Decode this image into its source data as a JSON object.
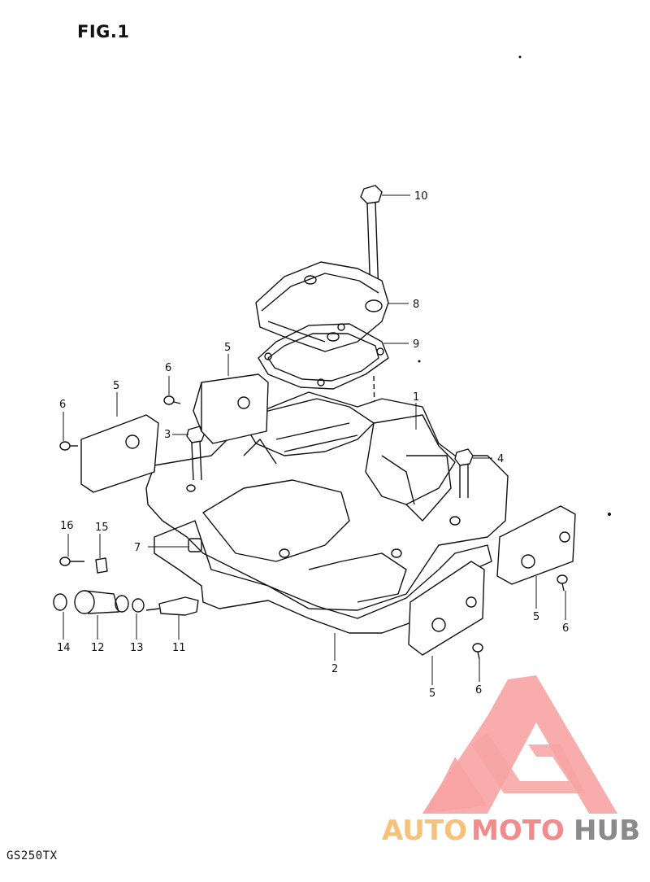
{
  "figure": {
    "title": "FIG.1",
    "model": "GS250TX"
  },
  "callouts": [
    {
      "id": "c10",
      "text": "10"
    },
    {
      "id": "c8",
      "text": "8"
    },
    {
      "id": "c9",
      "text": "9"
    },
    {
      "id": "c1",
      "text": "1"
    },
    {
      "id": "c4",
      "text": "4"
    },
    {
      "id": "c5a",
      "text": "5"
    },
    {
      "id": "c6a",
      "text": "6"
    },
    {
      "id": "c5b",
      "text": "5"
    },
    {
      "id": "c6b",
      "text": "6"
    },
    {
      "id": "c3",
      "text": "3"
    },
    {
      "id": "c16",
      "text": "16"
    },
    {
      "id": "c15",
      "text": "15"
    },
    {
      "id": "c7",
      "text": "7"
    },
    {
      "id": "c14",
      "text": "14"
    },
    {
      "id": "c12",
      "text": "12"
    },
    {
      "id": "c13",
      "text": "13"
    },
    {
      "id": "c11",
      "text": "11"
    },
    {
      "id": "c2",
      "text": "2"
    },
    {
      "id": "c5c",
      "text": "5"
    },
    {
      "id": "c6c",
      "text": "6"
    },
    {
      "id": "c5d",
      "text": "5"
    },
    {
      "id": "c6d",
      "text": "6"
    }
  ],
  "watermark": {
    "parts": [
      "AUTO",
      "MOTO",
      "HUB"
    ],
    "colors": {
      "auto": "#f6c27a",
      "moto": "#f28b8b",
      "hub": "#8a8a8a",
      "logo": "#f7a3a3"
    }
  }
}
